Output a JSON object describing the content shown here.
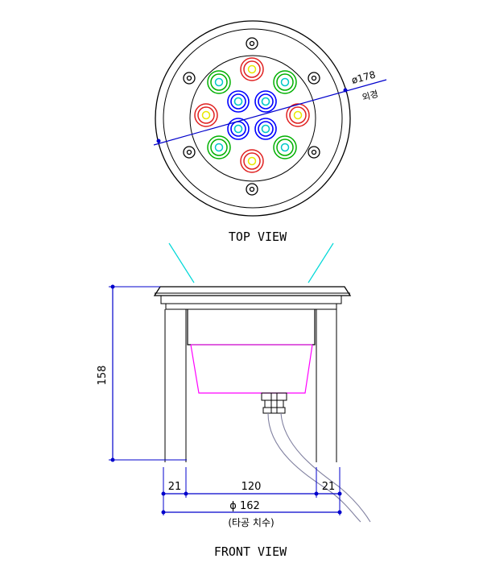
{
  "top_view": {
    "title": "TOP VIEW",
    "diameter_label": "ø178",
    "diameter_note": "외경"
  },
  "front_view": {
    "title": "FRONT VIEW",
    "height_label": "158",
    "dim_left": "21",
    "dim_center": "120",
    "dim_right": "21",
    "hole_diameter": "ϕ 162",
    "hole_note": "(타공 치수)"
  },
  "colors": {
    "outline": "#000000",
    "dimension": "#0000cc",
    "led_red": "#e02020",
    "led_green": "#00b000",
    "led_blue": "#0000ff",
    "led_cyan": "#00c8c8",
    "led_yellow": "#e8e800",
    "body": "#ff00ff",
    "cable": "#8080a0"
  }
}
